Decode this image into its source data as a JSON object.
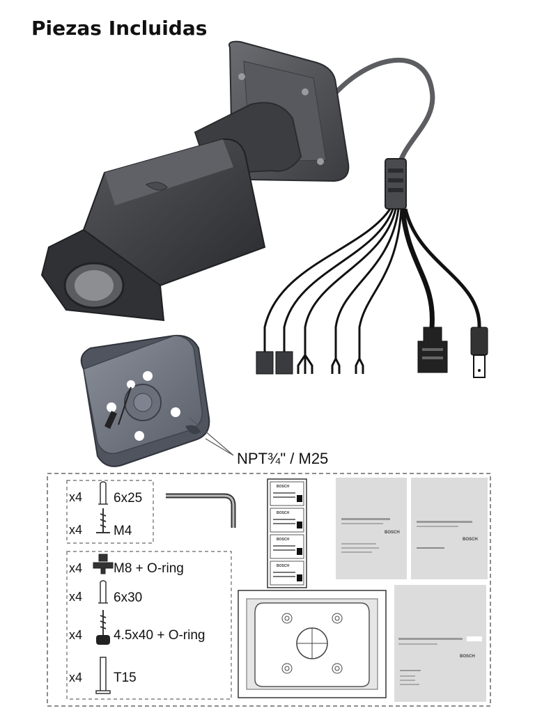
{
  "title": "Piezas Incluidas",
  "thread_label": "NPT¾\" / M25",
  "hardware_group_1": [
    {
      "qty": "x4",
      "name": "6x25"
    },
    {
      "qty": "x4",
      "name": "M4"
    }
  ],
  "hardware_group_2": [
    {
      "qty": "x4",
      "name": "M8 + O-ring"
    },
    {
      "qty": "x4",
      "name": "6x30"
    },
    {
      "qty": "x4",
      "name": "4.5x40 + O-ring"
    },
    {
      "qty": "x4",
      "name": "T15"
    }
  ],
  "label_sheet_brand": "BOSCH",
  "doc_brand": "BOSCH",
  "colors": {
    "camera_body": "#3f4044",
    "mount": "#6f7480",
    "box_border": "#666666"
  }
}
